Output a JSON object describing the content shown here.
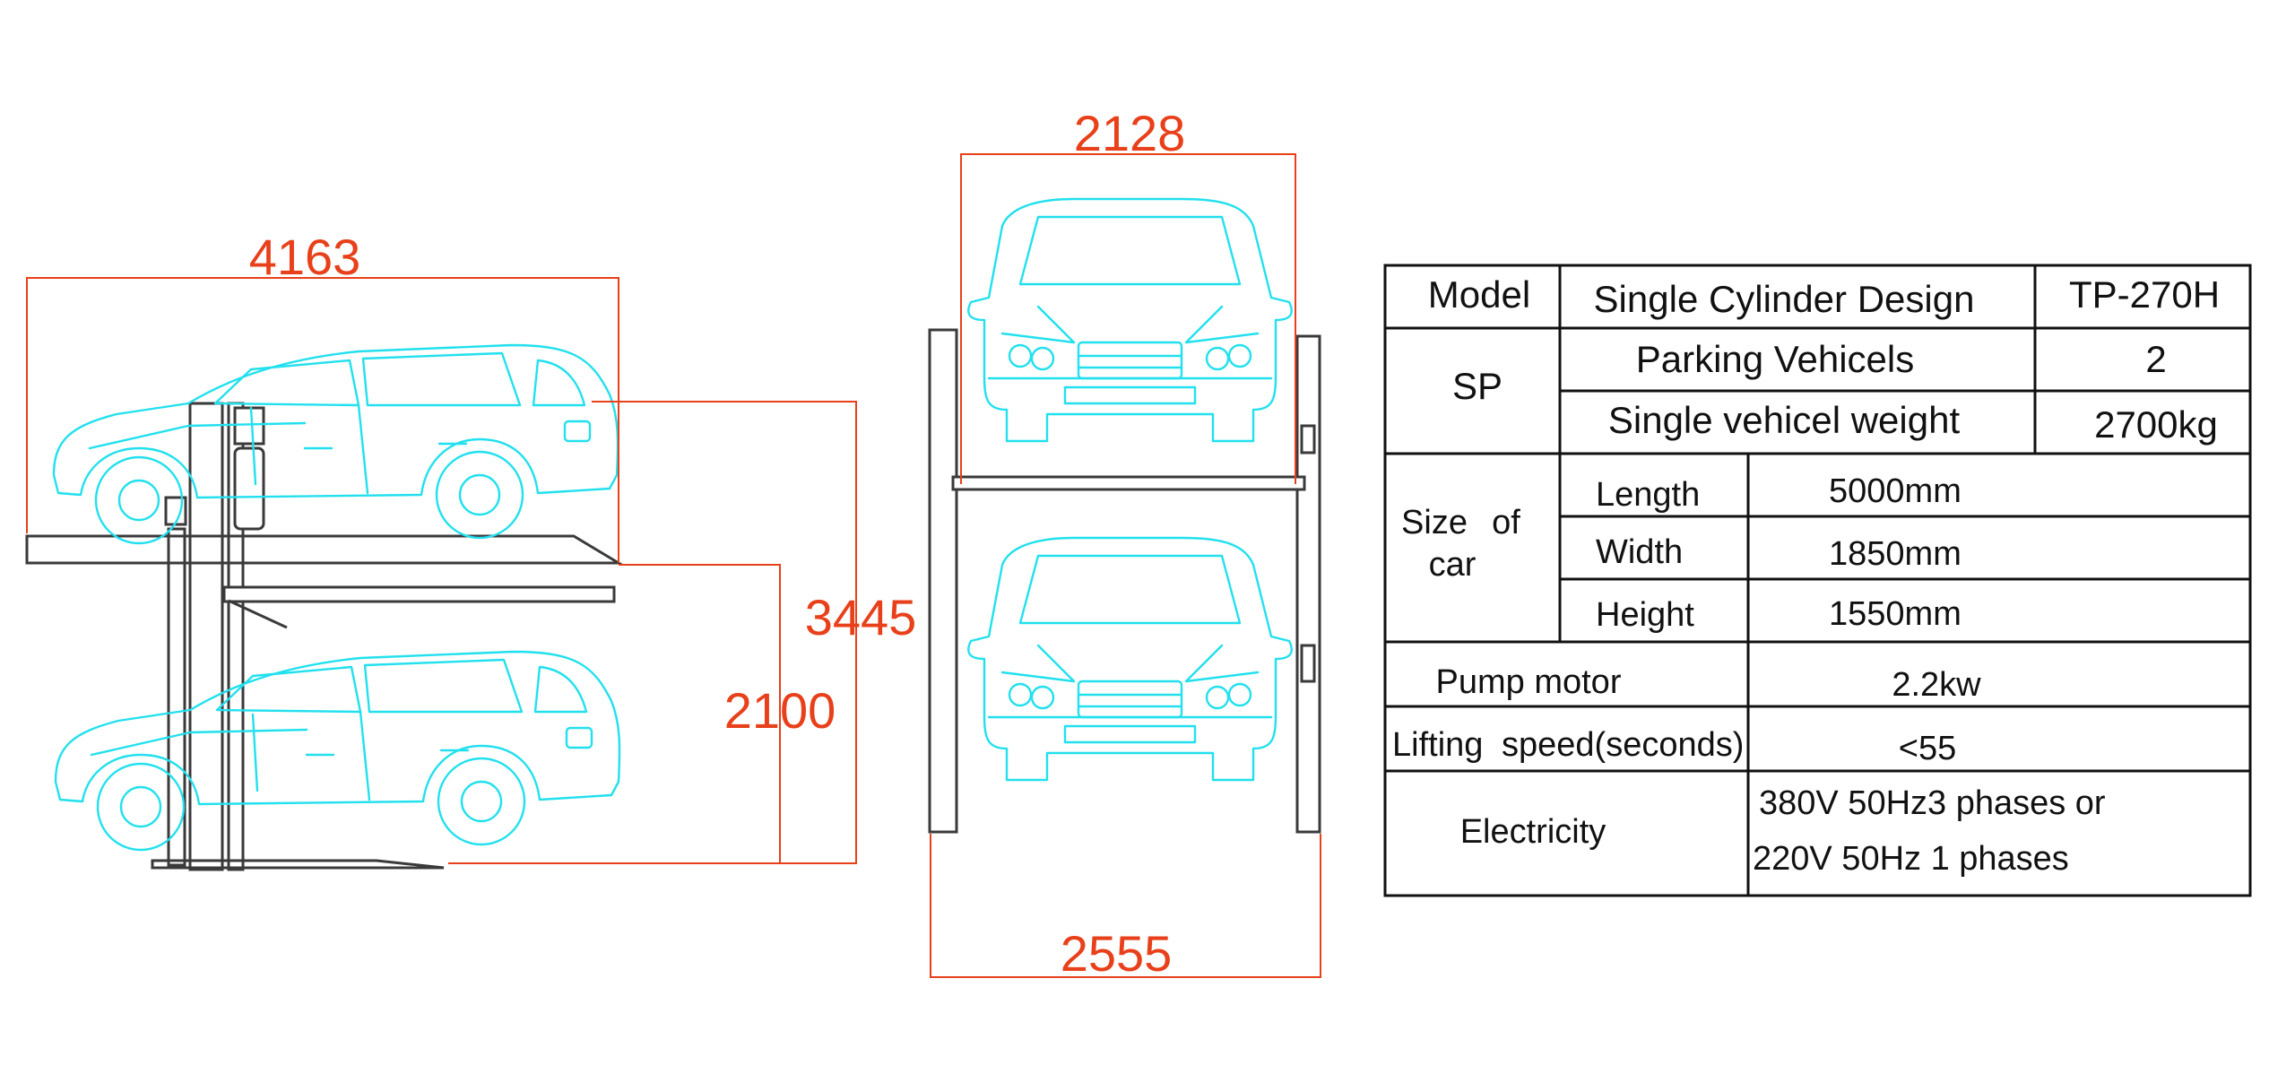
{
  "dimensions": {
    "side_length": "4163",
    "total_height": "3445",
    "lower_height": "2100",
    "front_inner_width": "2128",
    "front_outer_width": "2555"
  },
  "table": {
    "model_label": "Model",
    "model_design": "Single Cylinder Design",
    "model_code": "TP-270H",
    "sp_label": "SP",
    "parking_label": "Parking Vehicels",
    "parking_value": "2",
    "weight_label": "Single vehicel weight",
    "weight_value": "2700kg",
    "size_label_1": "Size",
    "size_label_2": "of",
    "size_label_3": "car",
    "length_label": "Length",
    "length_value": "5000mm",
    "width_label": "Width",
    "width_value": "1850mm",
    "height_label": "Height",
    "height_value": "1550mm",
    "pump_label": "Pump motor",
    "pump_value": "2.2kw",
    "lifting_label_1": "Lifting",
    "lifting_label_2": "speed(seconds)",
    "lifting_value": "<55",
    "electricity_label": "Electricity",
    "electricity_value_1": "380V 50Hz3 phases or",
    "electricity_value_2": "220V 50Hz 1 phases"
  },
  "colors": {
    "dimension": "#e8401a",
    "car_outline": "#22e0ee",
    "frame": "#3a3a3a",
    "table_border": "#111111"
  }
}
